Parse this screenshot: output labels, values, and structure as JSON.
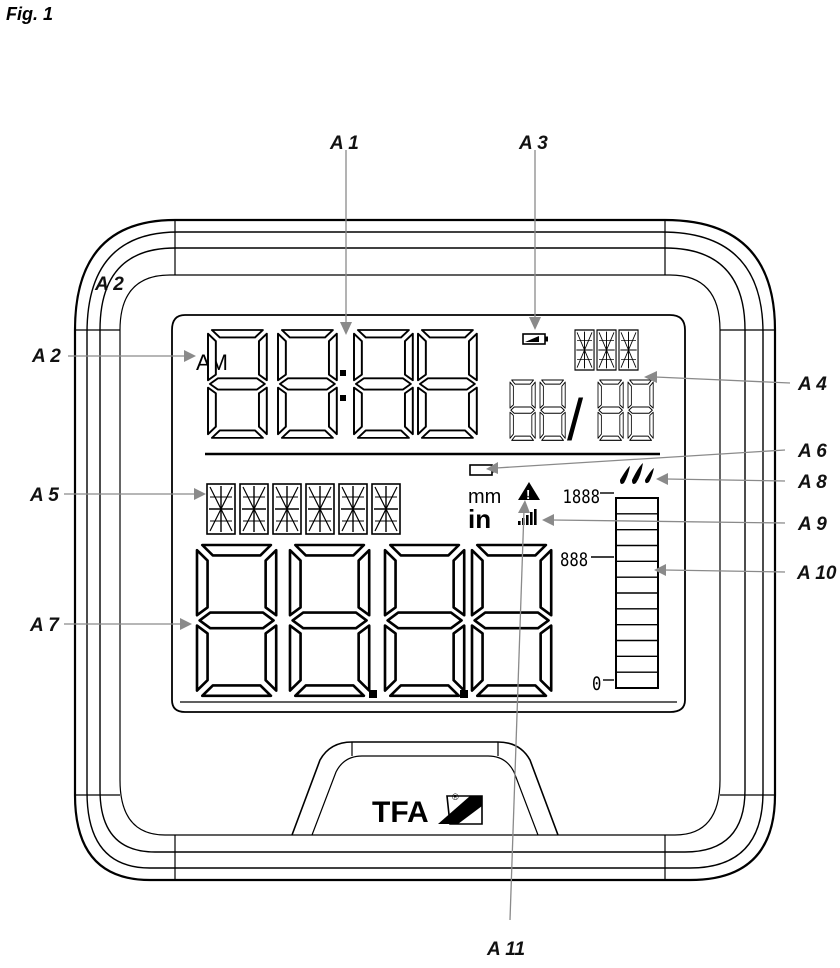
{
  "figure": {
    "title": "Fig. 1"
  },
  "labels": {
    "a1": "A 1",
    "a2_left": "A 2",
    "a2_top": "A 2",
    "a3": "A 3",
    "a4": "A 4",
    "a5": "A 5",
    "a6": "A 6",
    "a7": "A 7",
    "a8": "A 8",
    "a9": "A 9",
    "a10": "A 10",
    "a11": "A 11"
  },
  "lcd": {
    "am": "AM",
    "date_separator": "/",
    "unit_mm": "mm",
    "unit_in": "in",
    "scale_top": "1888",
    "scale_mid": "888",
    "scale_bottom": "0",
    "alert_symbol": "!",
    "brand": "TFA",
    "registered": "®"
  },
  "colors": {
    "ink": "#000000",
    "leader": "#8a8a8a",
    "background": "#ffffff"
  },
  "icons": {
    "battery": "battery-icon",
    "alert": "warning-triangle-icon",
    "signal": "signal-strength-icon",
    "drops": "raindrops-icon"
  }
}
